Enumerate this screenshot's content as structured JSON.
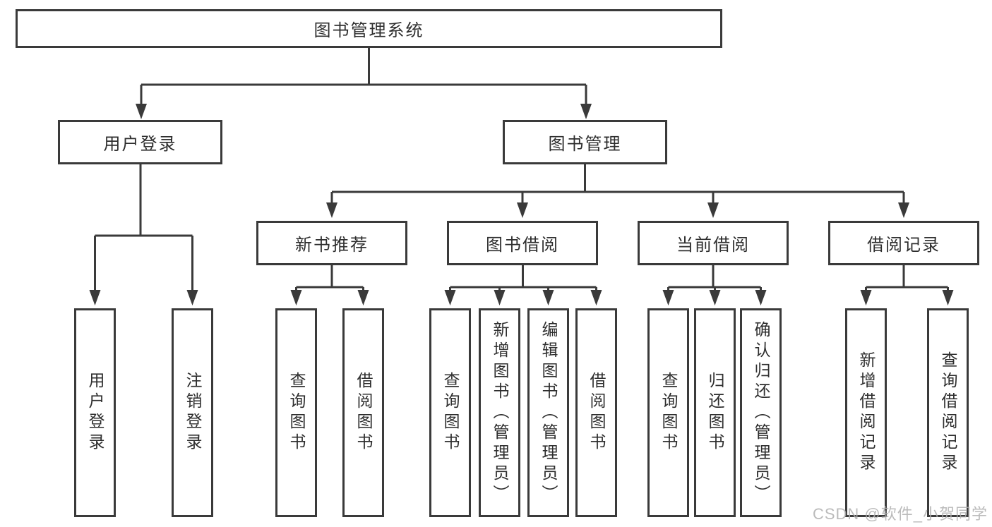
{
  "tree": {
    "label": "图书管理系统",
    "children": [
      {
        "label": "用户登录",
        "children": [
          {
            "label": "用户登录"
          },
          {
            "label": "注销登录"
          }
        ]
      },
      {
        "label": "图书管理",
        "children": [
          {
            "label": "新书推荐",
            "children": [
              {
                "label": "查询图书"
              },
              {
                "label": "借阅图书"
              }
            ]
          },
          {
            "label": "图书借阅",
            "children": [
              {
                "label": "查询图书"
              },
              {
                "label": "新增图书（管理员）"
              },
              {
                "label": "编辑图书（管理员）"
              },
              {
                "label": "借阅图书"
              }
            ]
          },
          {
            "label": "当前借阅",
            "children": [
              {
                "label": "查询图书"
              },
              {
                "label": "归还图书"
              },
              {
                "label": "确认归还（管理员）"
              }
            ]
          },
          {
            "label": "借阅记录",
            "children": [
              {
                "label": "新增借阅记录"
              },
              {
                "label": "查询借阅记录"
              }
            ]
          }
        ]
      }
    ]
  },
  "watermark": "CSDN @软件_小贺同学",
  "colors": {
    "line": "#3a3a3a",
    "text": "#2e2e2e",
    "watermark": "#b0b0b0",
    "background": "#ffffff"
  }
}
